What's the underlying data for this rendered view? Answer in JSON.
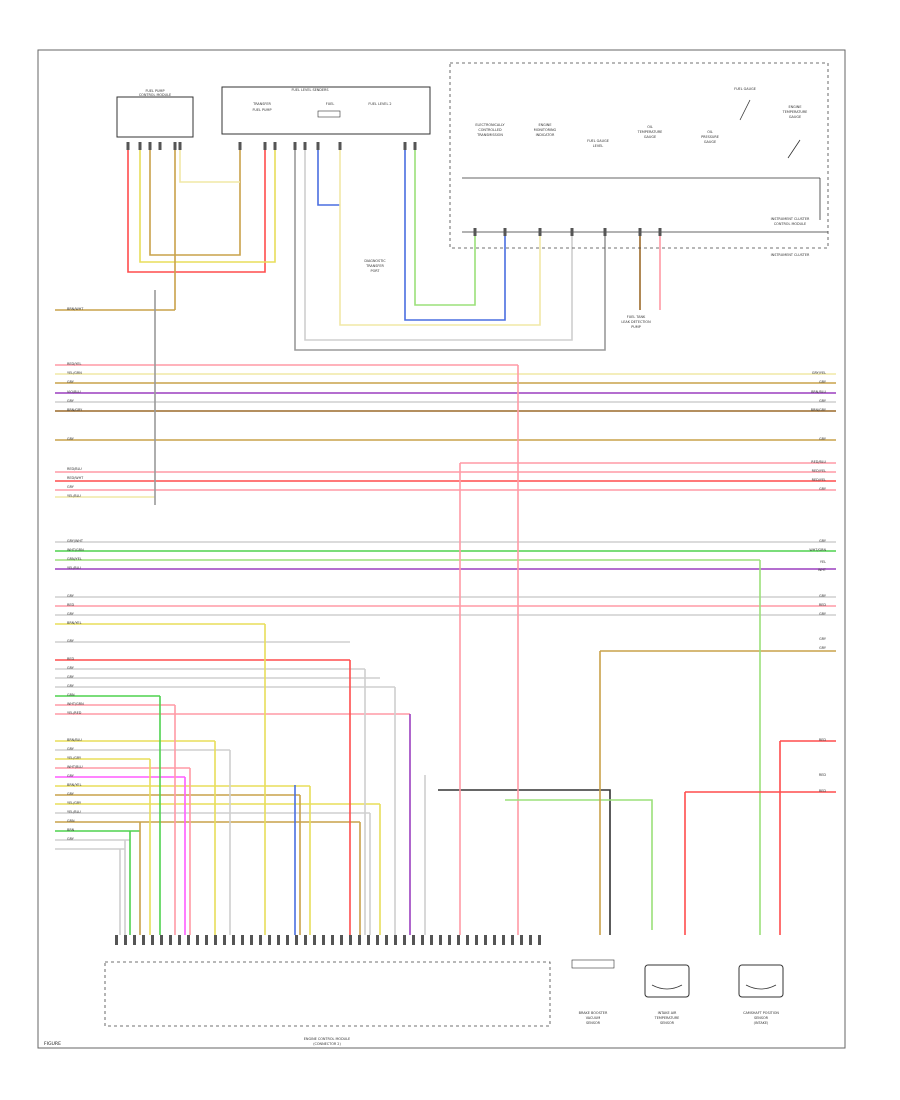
{
  "diagram": {
    "ref_code": "FIGURE",
    "components": {
      "fuel_pump_ctrl": {
        "label1": "FUEL PUMP",
        "label2": "CONTROL MODULE"
      },
      "fuel_level_sender": {
        "label": "FUEL LEVEL SENDERS",
        "sub1": "TRANSFER",
        "sub2": "FUEL PUMP",
        "sub3": "FUEL",
        "sub4": "FUEL LEVEL 2"
      },
      "cluster_modules": [
        {
          "l1": "ELECTRONICALLY",
          "l2": "CONTROLLED",
          "l3": "TRANSMISSION"
        },
        {
          "l1": "ENGINE",
          "l2": "MONITORING",
          "l3": "INDICATOR"
        },
        {
          "l1": "FUEL GAUGE",
          "l2": "LEVEL"
        },
        {
          "l1": "OIL",
          "l2": "TEMPERATURE",
          "l3": "GAUGE"
        },
        {
          "l1": "OIL",
          "l2": "PRESSURE",
          "l3": "GAUGE"
        }
      ],
      "fuel_gauge": {
        "label": "FUEL GAUGE"
      },
      "engine_temp": {
        "l1": "ENGINE",
        "l2": "TEMPERATURE",
        "l3": "GAUGE"
      },
      "cluster_ctrl": {
        "l1": "INSTRUMENT CLUSTER",
        "l2": "CONTROL MODULE"
      },
      "cluster": {
        "label": "INSTRUMENT CLUSTER"
      },
      "fuel_tank_note": {
        "l1": "FUEL TANK",
        "l2": "LEAK DETECTION",
        "l3": "PUMP"
      },
      "splice_note": {
        "l1": "DIAGNOSTIC",
        "l2": "TRANSFER",
        "l3": "PORT"
      },
      "ecm": {
        "l1": "ENGINE CONTROL MODULE",
        "l2": "(CONNECTOR 2)"
      },
      "sensor_a": {
        "l1": "BRAKE BOOSTER",
        "l2": "VACUUM",
        "l3": "SENSOR"
      },
      "sensor_b": {
        "l1": "INTAKE AIR",
        "l2": "TEMPERATURE",
        "l3": "SENSOR"
      },
      "sensor_c": {
        "l1": "CAMSHAFT POSITION",
        "l2": "SENSOR",
        "l3": "(INTAKE)"
      }
    },
    "wire_labels": {
      "w01": "BRN/WHT",
      "w02": "RED/YEL",
      "w03": "YEL/GRN",
      "w04": "GRY",
      "w05": "VIO/BLU",
      "w06": "GRY",
      "w07": "BRN/GRY",
      "w08": "GRY",
      "w09": "RED/BLU",
      "w10": "RED/WHT",
      "w11": "GRY",
      "w12": "YEL/BLU",
      "w13": "GRY/WHT",
      "w14": "WHT/GRN",
      "w15": "GRN/YEL",
      "w16": "YEL/BLU",
      "w17": "GRY",
      "w18": "RED",
      "w19": "GRY",
      "w20": "BRN/YEL",
      "w21": "GRY",
      "w22": "RED",
      "w23": "GRY",
      "w24": "GRY",
      "w25": "GRY",
      "w26": "GRN",
      "w27": "WHT/GRN",
      "w28": "YEL/RED",
      "w29": "BRN/BLU",
      "w30": "GRY",
      "w31": "YEL/GRY",
      "w32": "WHT/BLU",
      "w33": "GRY",
      "w34": "BRN/YEL",
      "w35": "GRY",
      "w36": "YEL/GRY",
      "w37": "YEL/BLU",
      "w38": "GRN",
      "w39": "BRN",
      "w40": "GRY",
      "r01": "GRY/YEL",
      "r02": "GRY",
      "r03": "BRN/BLU",
      "r04": "GRY",
      "r05": "BRN/GRY",
      "r06": "GRY",
      "r07": "RED/BLU",
      "r08": "RED/YEL",
      "r09": "RED/YEL",
      "r10": "GRY",
      "r11": "GRY",
      "r12": "WHT/GRN",
      "r13": "YEL",
      "r14": "WHT",
      "r15": "GRY",
      "r16": "RED",
      "r17": "GRY",
      "r18": "GRY",
      "r19": "GRY",
      "r20": "RED",
      "r21": "RED",
      "r22": "RED"
    },
    "colors": {
      "red": "#ff4d4d",
      "pink": "#ff9aa5",
      "yellow": "#e8de5a",
      "tan": "#c9a24a",
      "brown": "#9c6a2a",
      "violet": "#9b3fbf",
      "blue": "#4a6ee0",
      "green": "#4fd24f",
      "lgreen": "#9be07a",
      "gray": "#9a9a9a",
      "lgray": "#cfcfcf",
      "magenta": "#ff5cff",
      "black": "#333333",
      "cream": "#f1e8a6"
    }
  }
}
